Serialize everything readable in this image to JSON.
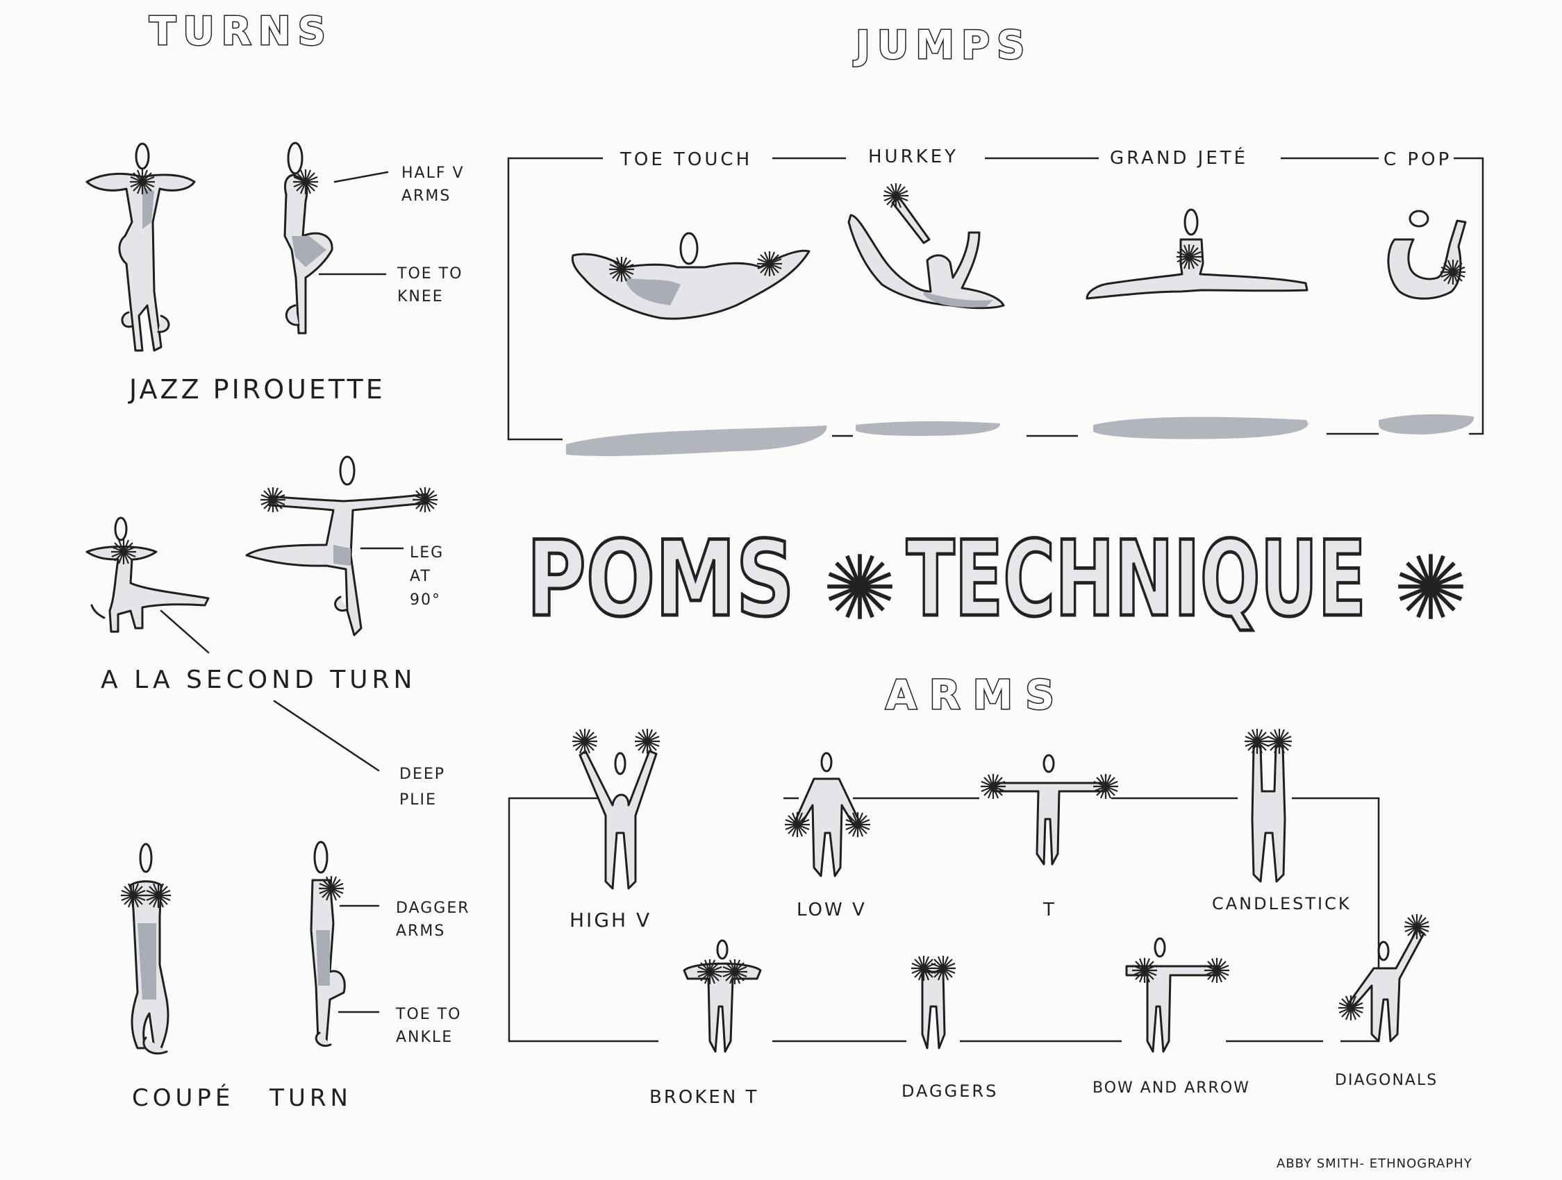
{
  "headings": {
    "turns": "TURNS",
    "jumps": "JUMPS",
    "arms": "ARMS",
    "title_left": "POMS",
    "title_right": "TECHNIQUE"
  },
  "turns": {
    "jazz_pirouette": {
      "label": "JAZZ PIROUETTE",
      "note_arms": "HALF V ARMS",
      "note_leg": "TOE TO KNEE"
    },
    "a_la_second": {
      "label": "A LA SECOND TURN",
      "note_leg": "LEG AT 90°",
      "note_plie": "DEEP PLIE"
    },
    "coupe": {
      "label": "COUPÉ TURN",
      "note_arms": "DAGGER ARMS",
      "note_leg": "TOE TO ANKLE"
    }
  },
  "jumps": [
    "TOE TOUCH",
    "HURKEY",
    "GRAND JETÉ",
    "C POP"
  ],
  "arms_row1": [
    "HIGH V",
    "LOW V",
    "T",
    "CANDLESTICK"
  ],
  "arms_row2": [
    "BROKEN T",
    "DAGGERS",
    "BOW AND ARROW",
    "DIAGONALS"
  ],
  "credit": "ABBY SMITH- ETHNOGRAPHY"
}
